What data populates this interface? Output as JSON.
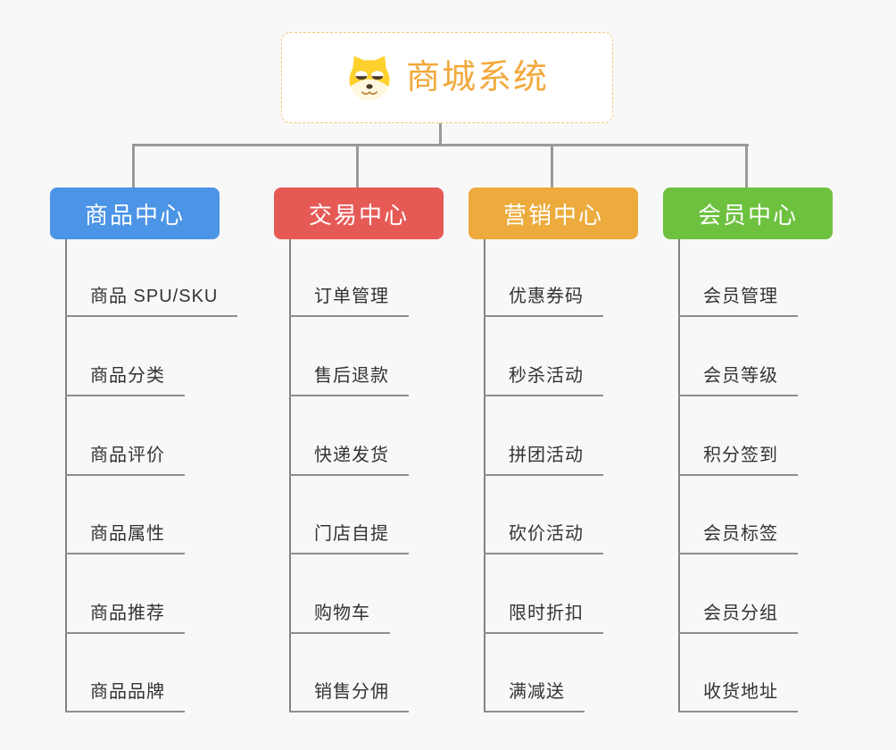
{
  "root": {
    "title": "商城系统",
    "icon": "shiba-dog-icon",
    "text_color": "#F2A93C",
    "border_color": "#F2C876"
  },
  "connector_color": "#9A9A9A",
  "branches": [
    {
      "label": "商品中心",
      "color": "#4B94E6",
      "children": [
        "商品 SPU/SKU",
        "商品分类",
        "商品评价",
        "商品属性",
        "商品推荐",
        "商品品牌"
      ]
    },
    {
      "label": "交易中心",
      "color": "#E65A56",
      "children": [
        "订单管理",
        "售后退款",
        "快递发货",
        "门店自提",
        "购物车",
        "销售分佣"
      ]
    },
    {
      "label": "营销中心",
      "color": "#ECAB3C",
      "children": [
        "优惠券码",
        "秒杀活动",
        "拼团活动",
        "砍价活动",
        "限时折扣",
        "满减送"
      ]
    },
    {
      "label": "会员中心",
      "color": "#6DC13E",
      "children": [
        "会员管理",
        "会员等级",
        "积分签到",
        "会员标签",
        "会员分组",
        "收货地址"
      ]
    }
  ]
}
